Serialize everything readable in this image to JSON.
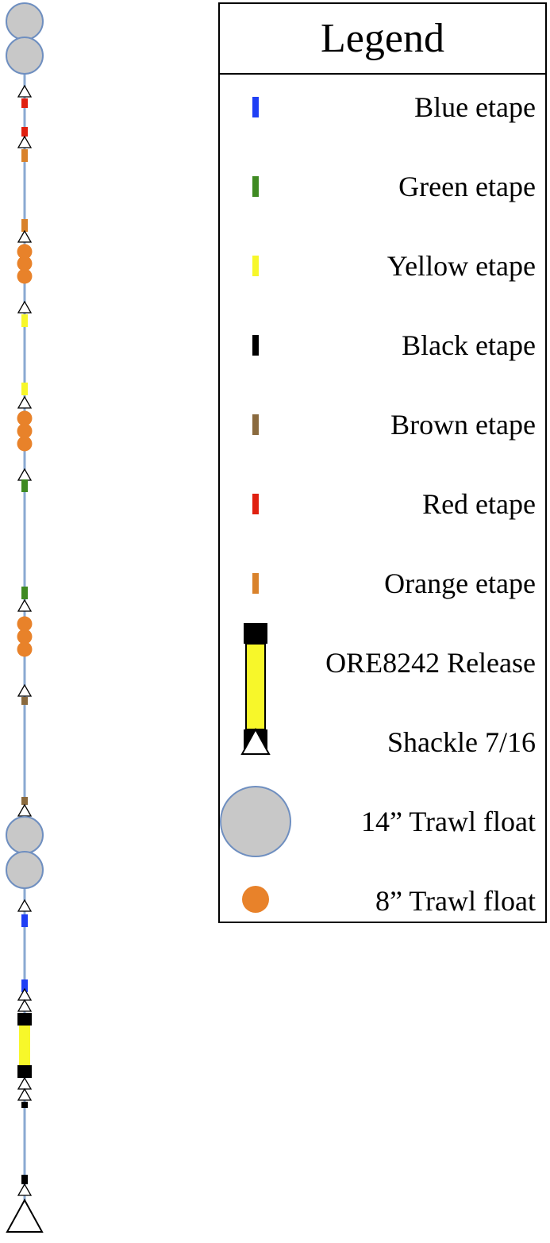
{
  "legend": {
    "title": "Legend",
    "items": [
      {
        "label": "Blue etape",
        "symbol": "etape",
        "color": "#1f3ff5",
        "icon": "blue-etape-icon"
      },
      {
        "label": "Green etape",
        "symbol": "etape",
        "color": "#3f8a22",
        "icon": "green-etape-icon"
      },
      {
        "label": "Yellow etape",
        "symbol": "etape",
        "color": "#f7f72a",
        "icon": "yellow-etape-icon"
      },
      {
        "label": "Black etape",
        "symbol": "etape",
        "color": "#000000",
        "icon": "black-etape-icon"
      },
      {
        "label": "Brown etape",
        "symbol": "etape",
        "color": "#8a6a3e",
        "icon": "brown-etape-icon"
      },
      {
        "label": "Red etape",
        "symbol": "etape",
        "color": "#e02010",
        "icon": "red-etape-icon"
      },
      {
        "label": "Orange etape",
        "symbol": "etape",
        "color": "#d9822b",
        "icon": "orange-etape-icon"
      },
      {
        "label": "ORE8242 Release",
        "symbol": "release",
        "color": "#f7f72a",
        "icon": "release-icon"
      },
      {
        "label": "Shackle 7/16",
        "symbol": "shackle",
        "color": "#ffffff",
        "icon": "shackle-icon"
      },
      {
        "label": "14” Trawl float",
        "symbol": "float-large",
        "color": "#c8c8c8",
        "icon": "large-float-icon"
      },
      {
        "label": "8” Trawl float",
        "symbol": "float-small",
        "color": "#e8822a",
        "icon": "small-float-icon"
      }
    ]
  },
  "colors": {
    "line": "#8aa9d2",
    "float_outline": "#6f8fc0",
    "black": "#000000"
  }
}
